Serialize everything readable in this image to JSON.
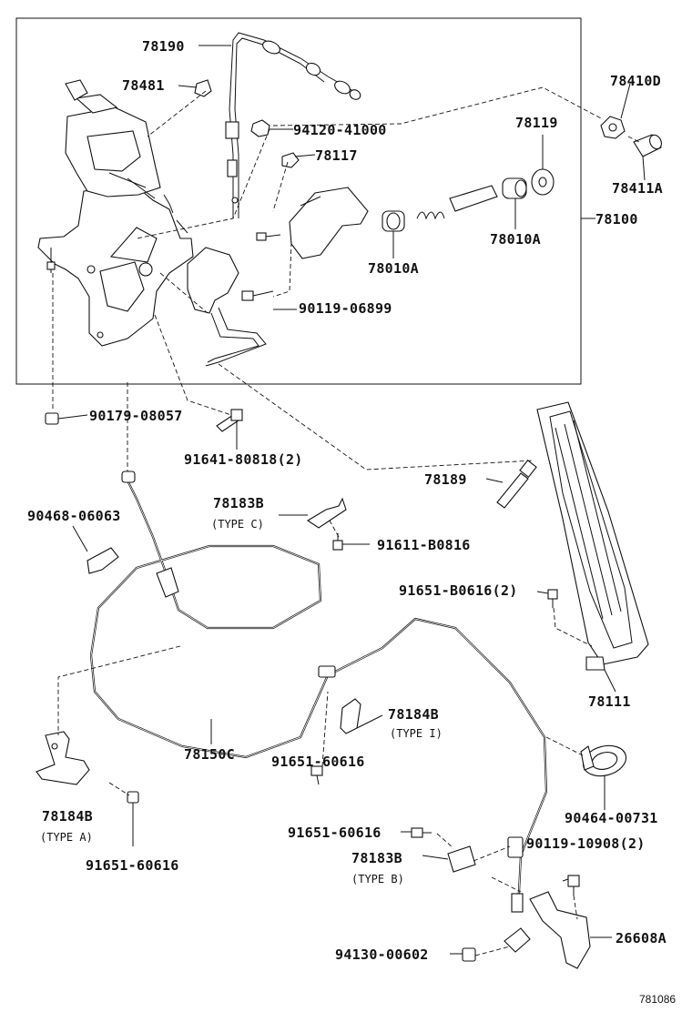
{
  "parts": {
    "p78190": "78190",
    "p78481": "78481",
    "p94120": "94120-41000",
    "p78117": "78117",
    "p78119": "78119",
    "p78410d": "78410D",
    "p78411a": "78411A",
    "p78100": "78100",
    "p78010a_1": "78010A",
    "p78010a_2": "78010A",
    "p90119_06899": "90119-06899",
    "p90179": "90179-08057",
    "p91641": "91641-80818(2)",
    "p78189": "78189",
    "p90468": "90468-06063",
    "p78183b_c": "78183B",
    "type_c": "(TYPE C)",
    "p91611": "91611-B0816",
    "p91651_b0616": "91651-B0616(2)",
    "p78111": "78111",
    "p78184b_i": "78184B",
    "type_i": "(TYPE I)",
    "p91651_mid": "91651-60616",
    "p78150c": "78150C",
    "p78184b_a": "78184B",
    "type_a": "(TYPE A)",
    "p91651_left": "91651-60616",
    "p90464": "90464-00731",
    "p91651_low": "91651-60616",
    "p90119_10908": "90119-10908(2)",
    "p78183b_b": "78183B",
    "type_b": "(TYPE B)",
    "p26608a": "26608A",
    "p94130": "94130-00602"
  },
  "figure_ref": "781086"
}
